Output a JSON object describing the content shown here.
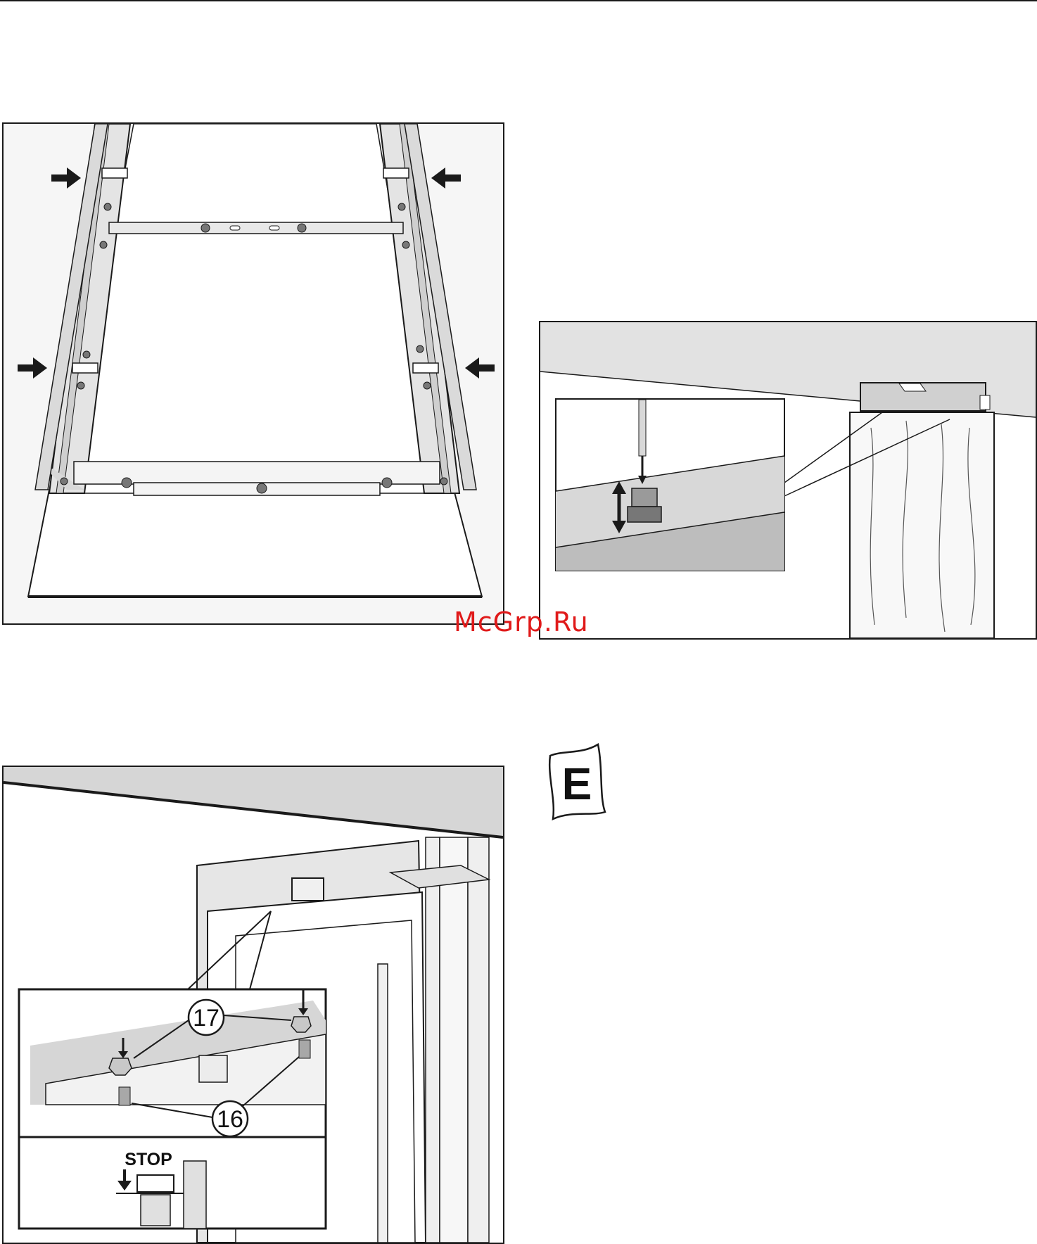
{
  "watermark": "McGrp.Ru",
  "figure_bottom_left": {
    "callouts": {
      "nut_callout": "17",
      "bolt_callout": "16"
    },
    "detail_label": "STOP"
  },
  "parts_bag": {
    "letter": "E"
  },
  "colors": {
    "line": "#1a1a1a",
    "panel_fill": "#f6f6f6",
    "wall_gray": "#d6d6d6",
    "watermark": "#e01a1a"
  }
}
